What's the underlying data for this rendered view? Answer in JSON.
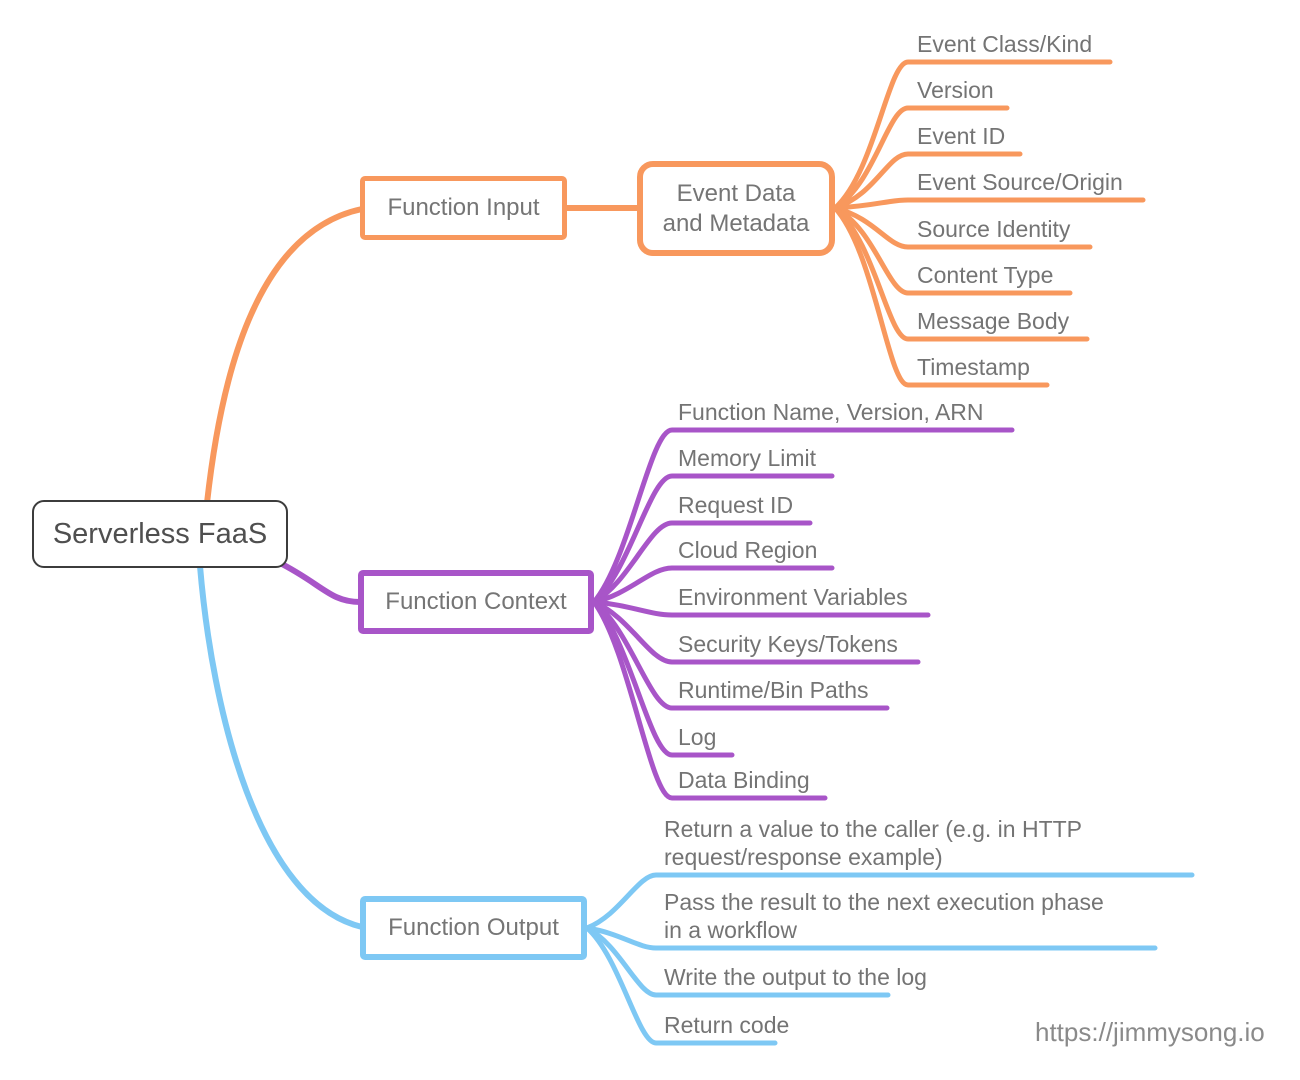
{
  "root": {
    "label": "Serverless FaaS"
  },
  "branches": {
    "input": {
      "label": "Function Input",
      "color": "#F8985D",
      "child": {
        "line1": "Event Data",
        "line2": "and Metadata"
      },
      "leaves": [
        "Event Class/Kind",
        "Version",
        "Event ID",
        "Event Source/Origin",
        "Source Identity",
        "Content Type",
        "Message Body",
        "Timestamp"
      ]
    },
    "context": {
      "label": "Function Context",
      "color": "#A855C8",
      "leaves": [
        "Function Name, Version, ARN",
        "Memory Limit",
        "Request ID",
        "Cloud Region",
        "Environment Variables",
        "Security Keys/Tokens",
        "Runtime/Bin Paths",
        "Log",
        "Data Binding"
      ]
    },
    "output": {
      "label": "Function Output",
      "color": "#7EC8F4",
      "leaves": [
        {
          "line1": "Return a value to the caller (e.g. in HTTP",
          "line2": "request/response example)"
        },
        {
          "line1": "Pass the result to the next execution phase",
          "line2": "in a workflow"
        },
        {
          "line1": "Write the output to the log"
        },
        {
          "line1": "Return code"
        }
      ]
    }
  },
  "watermark": "https://jimmysong.io"
}
